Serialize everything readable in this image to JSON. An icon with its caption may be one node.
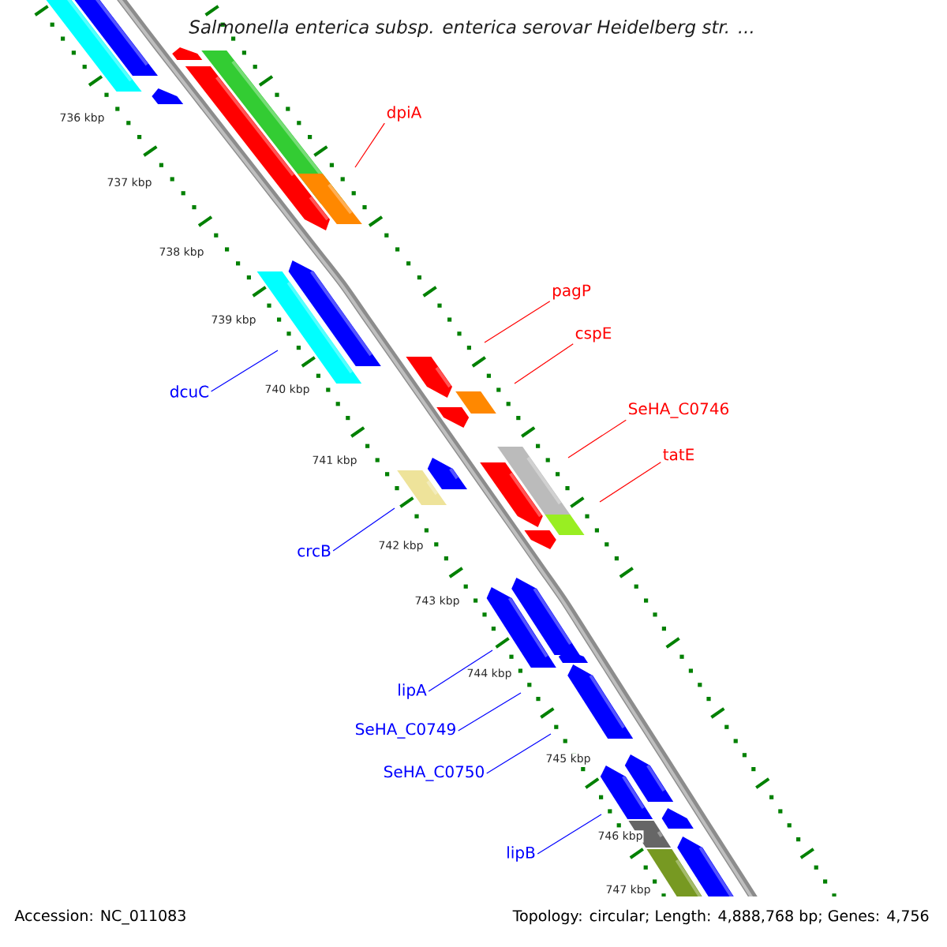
{
  "diagram": {
    "title": "*Salmonella enterica* subsp. *enterica* serovar Heidelberg str. ...",
    "nodes": [
      {
        "text": [
          "dpiA"
        ]
      },
      {
        "text": [
          "pagP"
        ]
      },
      {
        "text": [
          "cspE"
        ]
      },
      {
        "text": [
          "SeHA_C0746"
        ]
      },
      {
        "text": [
          "tatE"
        ]
      },
      {
        "text": [
          "dcuC"
        ]
      },
      {
        "text": [
          "crcB"
        ]
      },
      {
        "text": [
          "lipA"
        ]
      },
      {
        "text": [
          "SeHA_C0749"
        ]
      },
      {
        "text": [
          "SeHA_C0750"
        ]
      },
      {
        "text": [
          "lipB"
        ]
      }
    ],
    "edges": [
      {
        "from": 0,
        "to": null,
        "arrow": "none",
        "color": "#ff0000"
      },
      {
        "from": 1,
        "to": null,
        "arrow": "none",
        "color": "#ff0000"
      },
      {
        "from": 2,
        "to": null,
        "arrow": "none",
        "color": "#ff0000"
      },
      {
        "from": 3,
        "to": null,
        "arrow": "none",
        "color": "#ff0000"
      },
      {
        "from": 4,
        "to": null,
        "arrow": "none",
        "color": "#ff0000"
      },
      {
        "from": 5,
        "to": null,
        "arrow": "none"
      },
      {
        "from": 6,
        "to": null,
        "arrow": "none"
      },
      {
        "from": 7,
        "to": null,
        "arrow": "none"
      },
      {
        "from": 8,
        "to": null,
        "arrow": "none"
      },
      {
        "from": 9,
        "to": null,
        "arrow": "none"
      },
      {
        "from": 10,
        "to": null,
        "arrow": "none"
      }
    ],
    "labels": [
      "736 kbp",
      "737 kbp",
      "738 kbp",
      "739 kbp",
      "740 kbp",
      "741 kbp",
      "742 kbp",
      "743 kbp",
      "744 kbp",
      "745 kbp",
      "746 kbp",
      "747 kbp",
      "Accession: NC_011083",
      "Topology: circular; Length: 4,888,768 bp; Genes: 4,756"
    ]
  }
}
